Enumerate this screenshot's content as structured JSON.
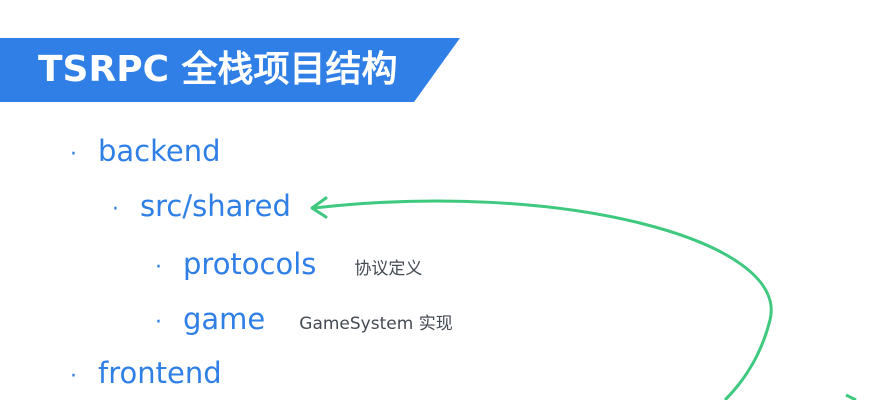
{
  "title": "TSRPC 全栈项目结构",
  "colors": {
    "banner_blue": "#2f7fe6",
    "text_blue": "#2f7fe6",
    "note_gray": "#444a52",
    "arrow_green": "#3ec97f"
  },
  "tree": [
    {
      "label": "backend",
      "note": ""
    },
    {
      "label": "src/shared",
      "note": ""
    },
    {
      "label": "protocols",
      "note": "协议定义"
    },
    {
      "label": "game",
      "note": "GameSystem 实现"
    },
    {
      "label": "frontend",
      "note": ""
    }
  ],
  "bullet_glyph": "·"
}
